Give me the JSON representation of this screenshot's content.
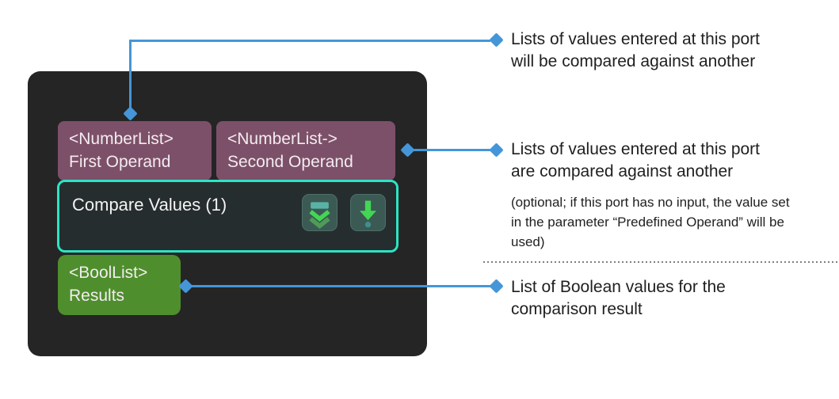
{
  "node": {
    "title": "Compare Values (1)",
    "input_ports": [
      {
        "type_label": "<NumberList>",
        "name_label": "First Operand"
      },
      {
        "type_label": "<NumberList->",
        "name_label": "Second Operand"
      }
    ],
    "output_ports": [
      {
        "type_label": "<BoolList>",
        "name_label": "Results"
      }
    ],
    "toolbar_icons": [
      "collapse-chevrons-icon",
      "input-arrow-icon"
    ]
  },
  "annotations": {
    "first_operand": {
      "lines": [
        "Lists of values entered at this port",
        "will be compared against another"
      ]
    },
    "second_operand": {
      "lines": [
        "Lists of values entered at this port",
        "are compared against another"
      ],
      "note_lines": [
        "(optional; if this port has no input, the value set",
        "in the parameter “Predefined Operand” will be",
        "used)"
      ]
    },
    "results": {
      "lines": [
        "List of Boolean values for the",
        "comparison result"
      ]
    }
  },
  "colors": {
    "node_bg": "#252525",
    "input_port": "#7d5069",
    "output_port": "#4f8e2d",
    "selection_border": "#2ce4c4",
    "inner_box_bg": "#262d2f",
    "button_bg": "#3c5a54",
    "icon_green": "#43d654",
    "icon_green_muted": "#4f9b58",
    "icon_teal": "#58b3a5",
    "icon_dot_teal": "#418f8d",
    "connector_blue": "#4496d8",
    "port_text": "#f2ecf0",
    "annotation_text": "#1f1f1f"
  }
}
